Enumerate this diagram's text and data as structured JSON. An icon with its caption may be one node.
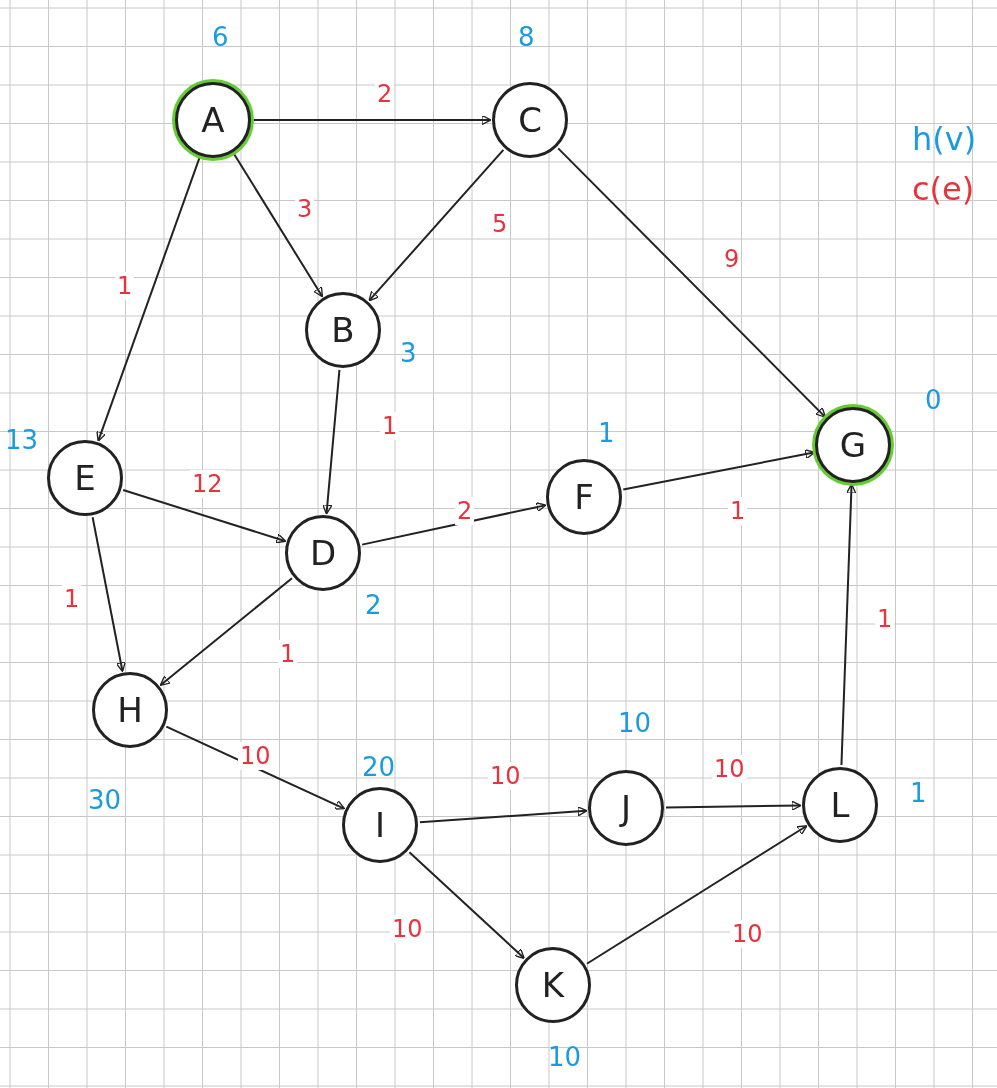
{
  "diagram": {
    "nodes": [
      {
        "text": [
          "A"
        ],
        "beside": [
          "6"
        ]
      },
      {
        "text": [
          "C"
        ],
        "beside": [
          "8"
        ]
      },
      {
        "text": [
          "B"
        ],
        "beside": [
          "3"
        ]
      },
      {
        "text": [
          "E"
        ],
        "beside": [
          "13"
        ]
      },
      {
        "text": [
          "D"
        ],
        "beside": [
          "2"
        ]
      },
      {
        "text": [
          "F"
        ],
        "beside": [
          "1"
        ]
      },
      {
        "text": [
          "G"
        ],
        "beside": [
          "0"
        ]
      },
      {
        "text": [
          "H"
        ],
        "beside": [
          "30"
        ]
      },
      {
        "text": [
          "I"
        ],
        "beside": [
          "20"
        ]
      },
      {
        "text": [
          "J"
        ],
        "beside": [
          "10"
        ]
      },
      {
        "text": [
          "L"
        ],
        "beside": [
          "1"
        ]
      },
      {
        "text": [
          "K"
        ],
        "beside": [
          "10"
        ]
      }
    ],
    "edges": [
      {
        "from": 0,
        "to": 1,
        "arrow": "to",
        "label": "2"
      },
      {
        "from": 0,
        "to": 2,
        "arrow": "to",
        "label": "3"
      },
      {
        "from": 0,
        "to": 3,
        "arrow": "to",
        "label": "1"
      },
      {
        "from": 1,
        "to": 2,
        "arrow": "to",
        "label": "5"
      },
      {
        "from": 1,
        "to": 6,
        "arrow": "to",
        "label": "9"
      },
      {
        "from": 2,
        "to": 4,
        "arrow": "to",
        "label": "1"
      },
      {
        "from": 3,
        "to": 4,
        "arrow": "to",
        "label": "12"
      },
      {
        "from": 3,
        "to": 7,
        "arrow": "to",
        "label": "1"
      },
      {
        "from": 4,
        "to": 5,
        "arrow": "to",
        "label": "2"
      },
      {
        "from": 4,
        "to": 7,
        "arrow": "to",
        "label": "1"
      },
      {
        "from": 5,
        "to": 6,
        "arrow": "to",
        "label": "1"
      },
      {
        "from": 7,
        "to": 8,
        "arrow": "to",
        "label": "10"
      },
      {
        "from": 8,
        "to": 9,
        "arrow": "to",
        "label": "10"
      },
      {
        "from": 8,
        "to": 11,
        "arrow": "to",
        "label": "10"
      },
      {
        "from": 9,
        "to": 10,
        "arrow": "to",
        "label": "10"
      },
      {
        "from": 11,
        "to": 10,
        "arrow": "to",
        "label": "10"
      },
      {
        "from": 10,
        "to": 6,
        "arrow": "to",
        "label": "1"
      }
    ],
    "legend": [
      {
        "text": "h(v)",
        "color": "#1a9be0"
      },
      {
        "text": "c(e)",
        "color": "#e8323c"
      }
    ]
  }
}
